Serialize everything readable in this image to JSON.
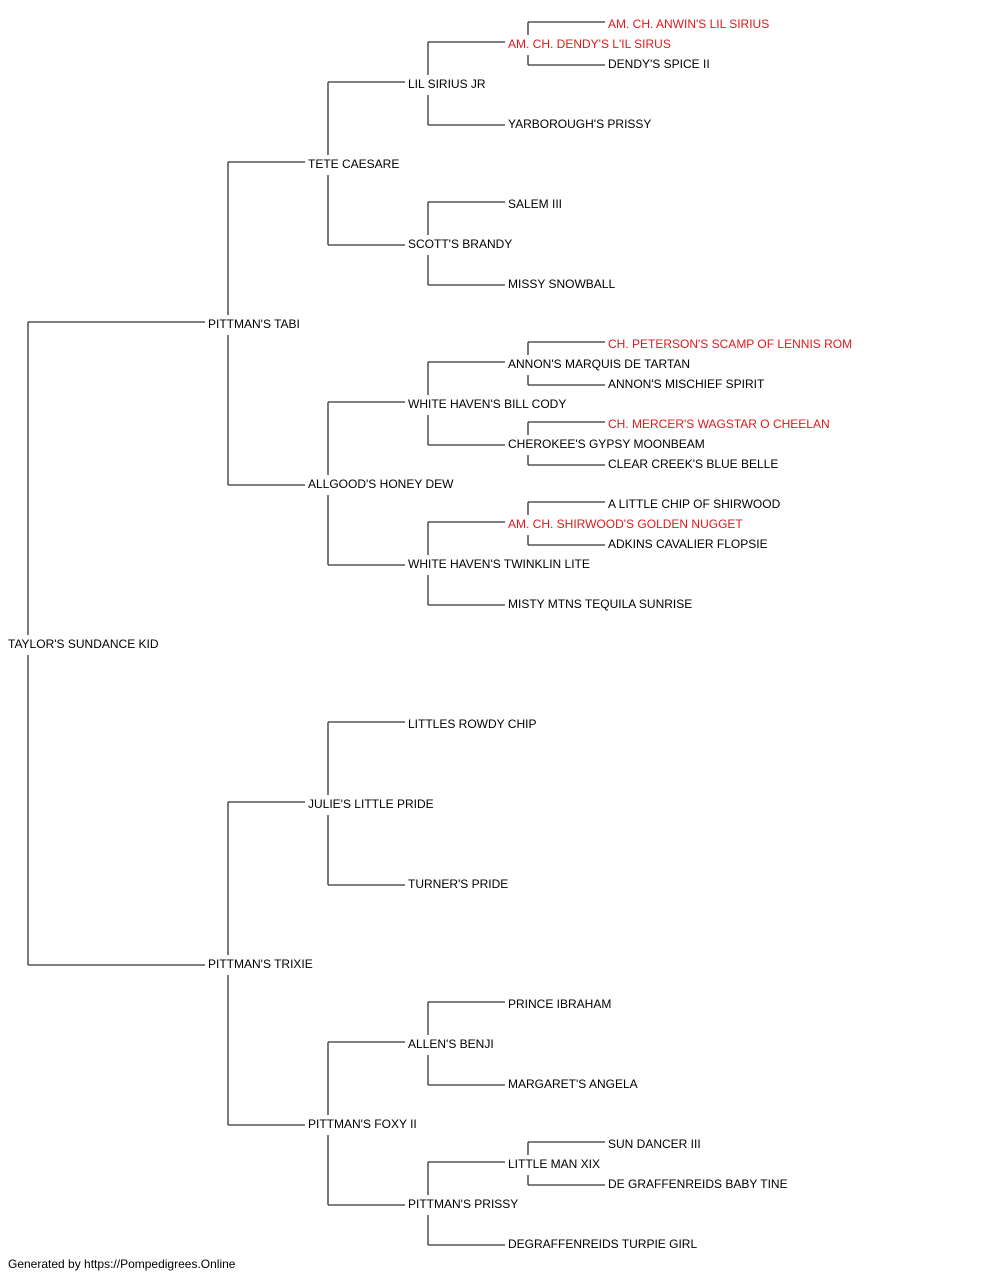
{
  "colors": {
    "line": "#333333",
    "text": "#000000",
    "champion": "#e0191b"
  },
  "pedigree": {
    "root": {
      "name": "TAYLOR'S SUNDANCE KID"
    },
    "gen1": [
      {
        "name": "PITTMAN'S TABI"
      },
      {
        "name": "PITTMAN'S TRIXIE"
      }
    ],
    "gen2": [
      {
        "name": "TETE CAESARE"
      },
      {
        "name": "ALLGOOD'S HONEY DEW"
      },
      {
        "name": "JULIE'S LITTLE PRIDE"
      },
      {
        "name": "PITTMAN'S FOXY II"
      }
    ],
    "gen3": [
      {
        "name": "LIL SIRIUS JR"
      },
      {
        "name": "SCOTT'S BRANDY"
      },
      {
        "name": "WHITE HAVEN'S BILL CODY"
      },
      {
        "name": "WHITE HAVEN'S TWINKLIN LITE"
      },
      {
        "name": "LITTLES ROWDY CHIP"
      },
      {
        "name": "TURNER'S PRIDE"
      },
      {
        "name": "ALLEN'S BENJI"
      },
      {
        "name": "PITTMAN'S PRISSY"
      }
    ],
    "gen4": [
      {
        "name": "AM. CH. DENDY'S L'IL SIRUS",
        "champion": true
      },
      {
        "name": "YARBOROUGH'S PRISSY"
      },
      {
        "name": "SALEM III"
      },
      {
        "name": "MISSY SNOWBALL"
      },
      {
        "name": "ANNON'S MARQUIS DE TARTAN"
      },
      {
        "name": "CHEROKEE'S GYPSY MOONBEAM"
      },
      {
        "name": "AM. CH. SHIRWOOD'S GOLDEN NUGGET",
        "champion": true
      },
      {
        "name": "MISTY MTNS TEQUILA SUNRISE"
      },
      {
        "name": "PRINCE IBRAHAM"
      },
      {
        "name": "MARGARET'S ANGELA"
      },
      {
        "name": "LITTLE MAN XIX"
      },
      {
        "name": "DEGRAFFENREIDS TURPIE GIRL"
      }
    ],
    "gen5": [
      {
        "name": "AM. CH. ANWIN'S LIL SIRIUS",
        "champion": true
      },
      {
        "name": "DENDY'S SPICE II"
      },
      {
        "name": "CH. PETERSON'S SCAMP OF LENNIS ROM",
        "champion": true
      },
      {
        "name": "ANNON'S MISCHIEF SPIRIT"
      },
      {
        "name": "CH. MERCER'S WAGSTAR O CHEELAN",
        "champion": true
      },
      {
        "name": "CLEAR CREEK'S BLUE BELLE"
      },
      {
        "name": "A LITTLE CHIP OF SHIRWOOD"
      },
      {
        "name": "ADKINS CAVALIER FLOPSIE"
      },
      {
        "name": "SUN DANCER III"
      },
      {
        "name": "DE GRAFFENREIDS BABY TINE"
      }
    ]
  },
  "footer": "Generated by https://Pompedigrees.Online"
}
